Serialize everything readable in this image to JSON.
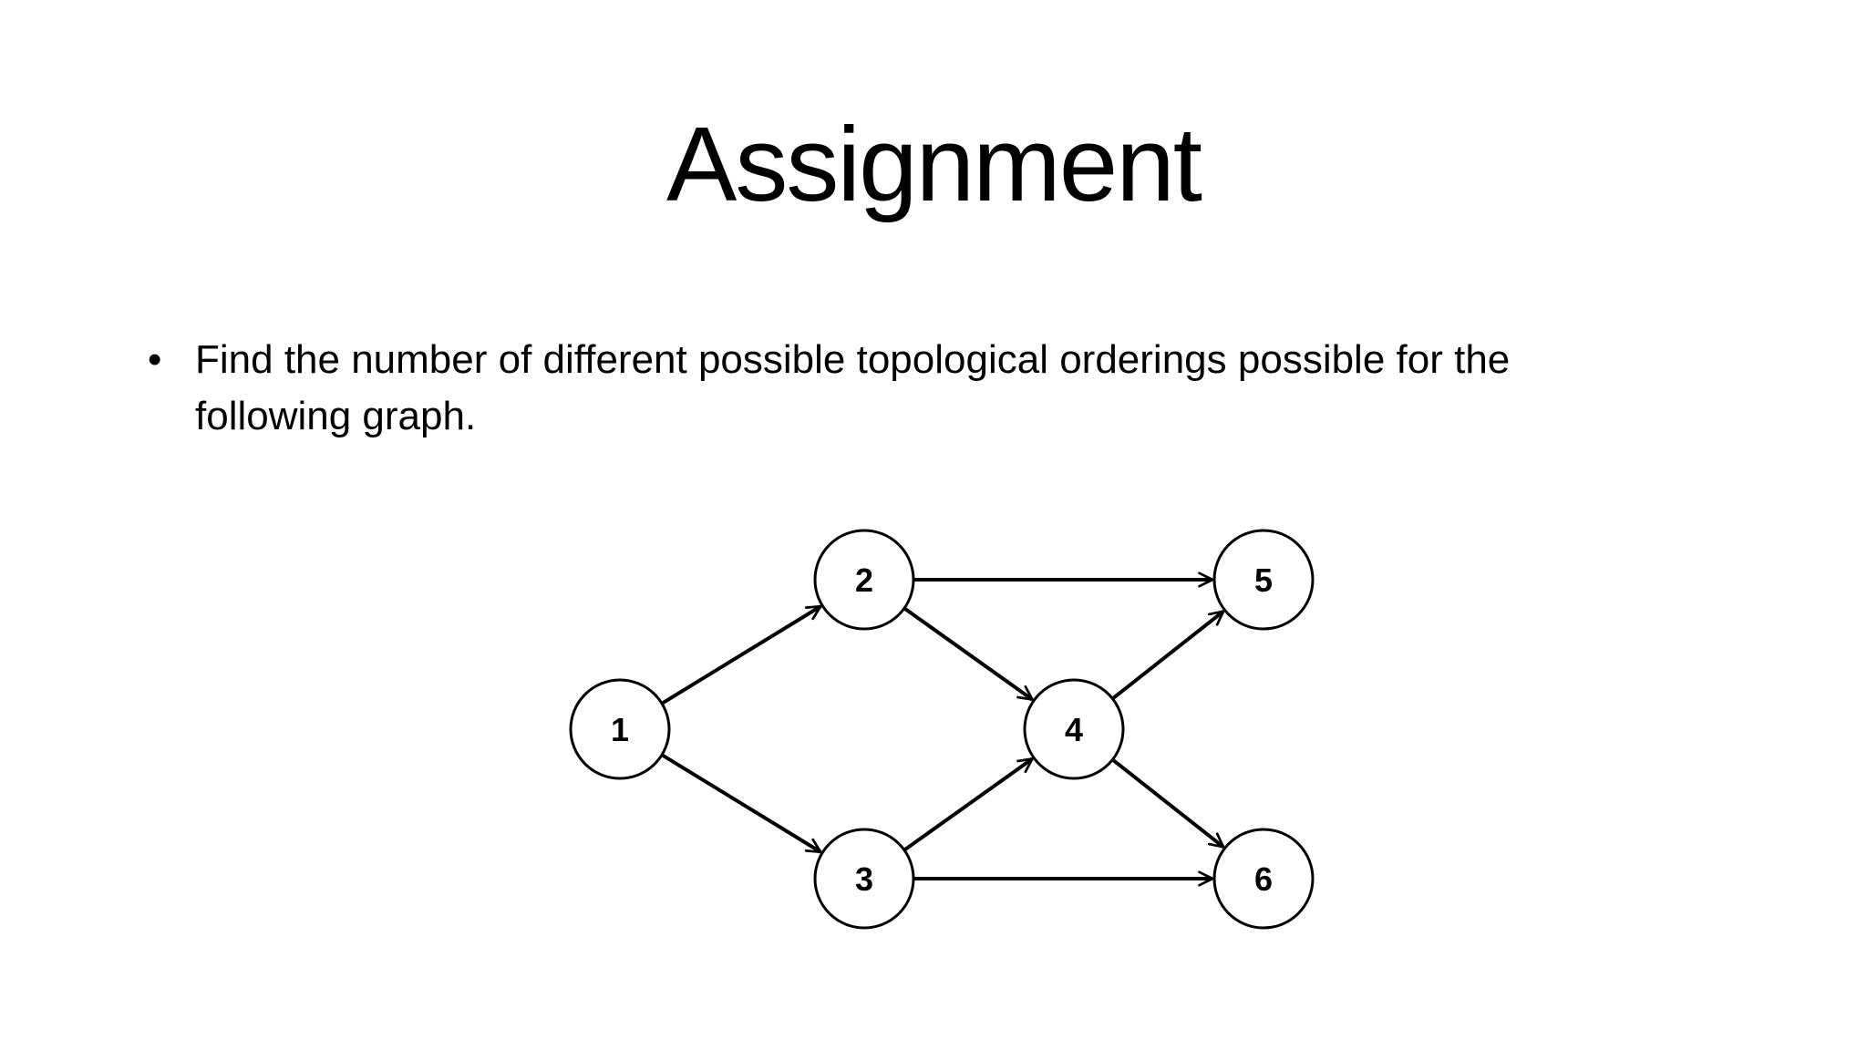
{
  "slide": {
    "title": "Assignment",
    "bullets": [
      {
        "marker": "•",
        "text": "Find the number of different possible topological orderings possible for the following  graph."
      }
    ]
  },
  "graph": {
    "nodes": [
      {
        "id": "1",
        "label": "1"
      },
      {
        "id": "2",
        "label": "2"
      },
      {
        "id": "3",
        "label": "3"
      },
      {
        "id": "4",
        "label": "4"
      },
      {
        "id": "5",
        "label": "5"
      },
      {
        "id": "6",
        "label": "6"
      }
    ],
    "edges": [
      {
        "from": "1",
        "to": "2"
      },
      {
        "from": "1",
        "to": "3"
      },
      {
        "from": "2",
        "to": "4"
      },
      {
        "from": "2",
        "to": "5"
      },
      {
        "from": "3",
        "to": "4"
      },
      {
        "from": "3",
        "to": "6"
      },
      {
        "from": "4",
        "to": "5"
      },
      {
        "from": "4",
        "to": "6"
      }
    ]
  },
  "colors": {
    "background": "#ffffff",
    "ink": "#000000"
  }
}
